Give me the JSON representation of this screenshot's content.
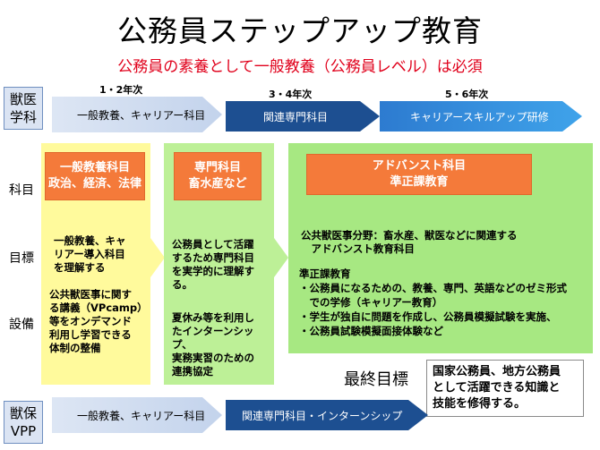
{
  "header": {
    "title": "公務員ステップアップ教育",
    "subtitle": "公務員の素養として一般教養（公務員レベル）は必須"
  },
  "years": [
    "1・2年次",
    "3・4年次",
    "5・6年次"
  ],
  "vet_program": {
    "label_line1": "獣医",
    "label_line2": "学科",
    "arrows": [
      "一般教養、キャリアー科目",
      "関連専門科目",
      "キャリアースキルアップ研修"
    ]
  },
  "row_labels": [
    "科目",
    "目標",
    "設備"
  ],
  "columns": [
    {
      "header_line1": "一般教養科目",
      "header_line2": "政治、経済、法律",
      "goal": [
        "一般教養、キャ",
        "リアー導入科目",
        "を理解する"
      ],
      "facility": [
        "公共獣医事に関す",
        "る講義（VPcamp）",
        "等をオンデマンド",
        "利用し学習できる",
        "体制の整備"
      ]
    },
    {
      "header_line1": "専門科目",
      "header_line2": "畜水産など",
      "goal": [
        "公務員として活躍",
        "するため専門科目",
        "を実学的に理解す",
        "る。"
      ],
      "facility": [
        "夏休み等を利用し",
        "たインターンシッ",
        "プ、",
        "実務実習のための",
        "連携協定"
      ]
    },
    {
      "header_line1": "アドバンスト科目",
      "header_line2": "準正課教育",
      "goal": [
        "公共獣医事分野：畜水産、獣医などに関連する",
        "　アドバンスト教育科目"
      ],
      "facility": [
        "準正課教育",
        "・公務員になるための、教養、専門、英語などのゼミ形式",
        "　での学修（キャリアー教育）",
        "・学生が独自に問題を作成し、公務員模擬試験を実施、",
        "・公務員試験模擬面接体験など"
      ]
    }
  ],
  "final_goal": {
    "label": "最終目標",
    "text": [
      "国家公務員、地方公務員",
      "として活躍できる知識と",
      "技能を修得する。"
    ]
  },
  "vpp_program": {
    "label_line1": "獣保",
    "label_line2": "VPP",
    "arrows": [
      "一般教養、キャリアー科目",
      "関連専門科目・インターンシップ"
    ]
  }
}
